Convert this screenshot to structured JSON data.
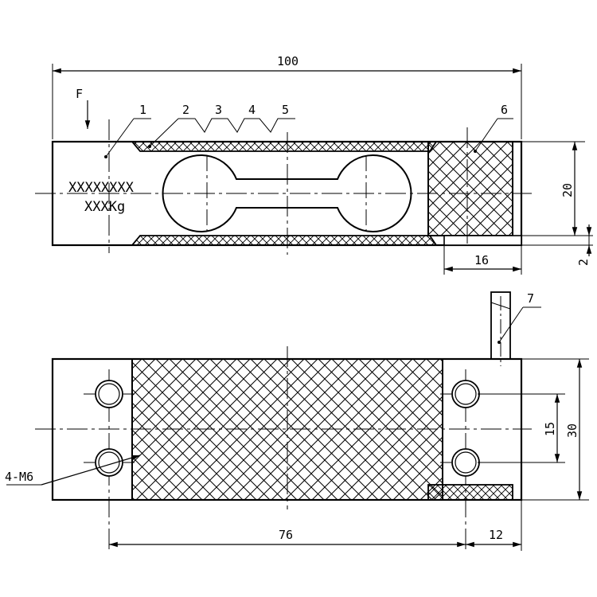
{
  "top_view": {
    "overall_length": "100",
    "force_symbol": "F",
    "stamp_line_1": "XXXXXXXX",
    "stamp_line_2": "XXXKg",
    "height_dim": "20",
    "cable_block_width": "16",
    "gap_dim": "2",
    "callouts": [
      "1",
      "2",
      "3",
      "4",
      "5",
      "6"
    ]
  },
  "bottom_view": {
    "cable_callout": "7",
    "thread_label": "4-M6",
    "hole_spacing_length": "76",
    "end_offset": "12",
    "hole_spacing_width": "15",
    "overall_width": "30"
  }
}
